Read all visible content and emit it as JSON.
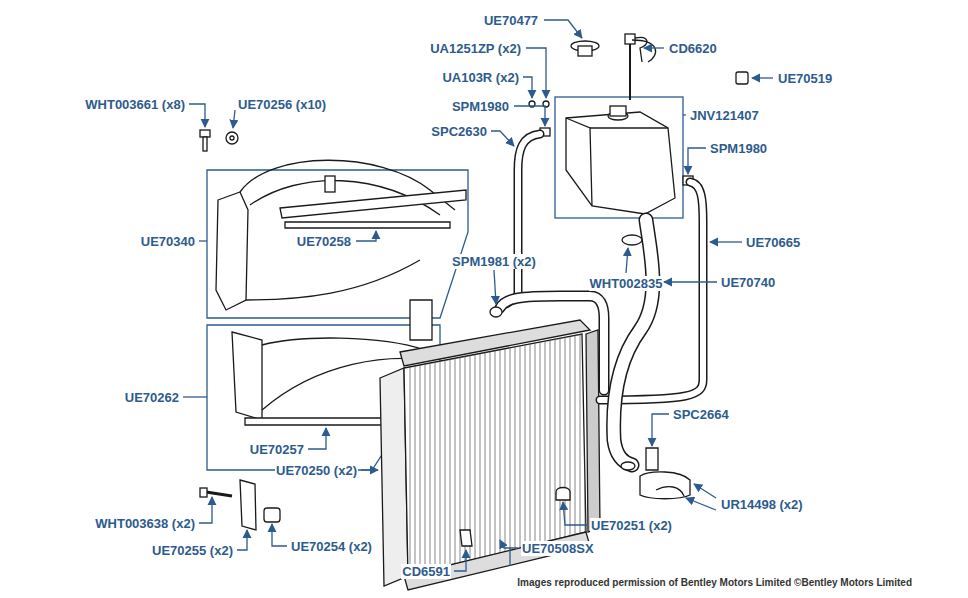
{
  "diagram": {
    "labels": [
      "UE70477",
      "CD6620",
      "UE70519",
      "UA1251ZP (x2)",
      "UA103R (x2)",
      "WHT003661 (x8)",
      "UE70256 (x10)",
      "JNV121407",
      "SPM1980",
      "SPC2630",
      "SPM1980",
      "UE70340",
      "UE70258",
      "UE70665",
      "WHT002835",
      "UE70740",
      "SPM1981 (x2)",
      "UE70262",
      "SPC2664",
      "UE70257",
      "UE70250 (x2)",
      "UR14498 (x2)",
      "WHT003638 (x2)",
      "UE70251 (x2)",
      "UE70255 (x2)",
      "UE70254 (x2)",
      "UE70508SX",
      "CD6591",
      "Images reproduced permission of Bentley Motors Limited ©Bentley Motors Limited"
    ]
  }
}
